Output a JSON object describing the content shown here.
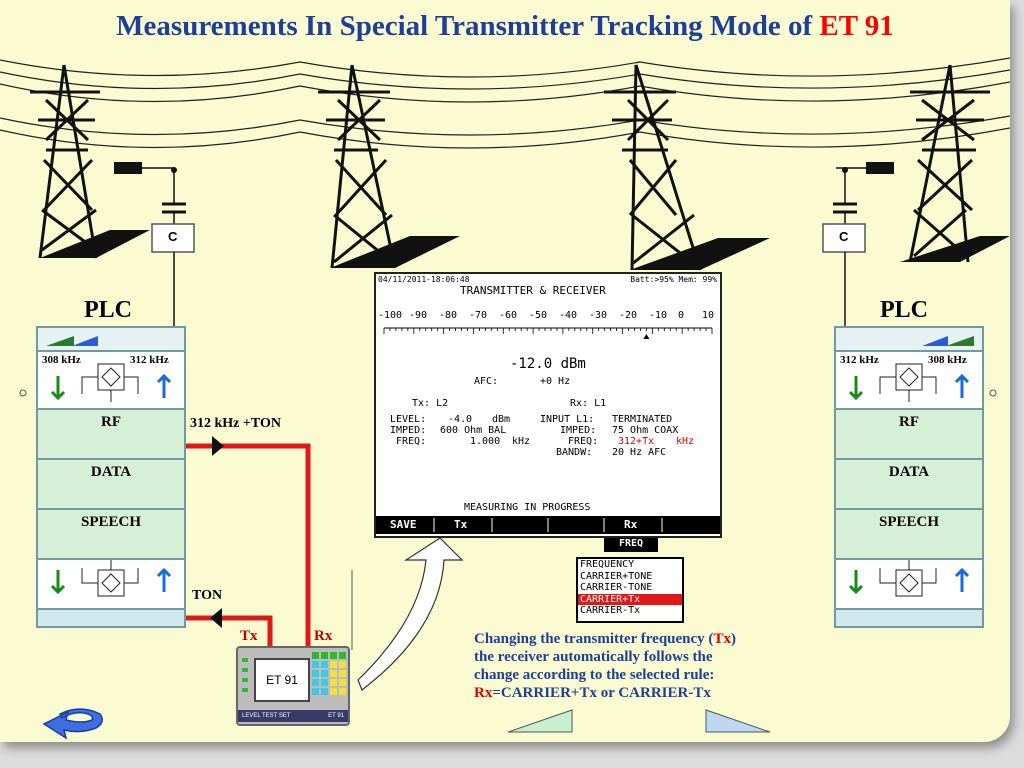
{
  "title": {
    "main": "Measurements In Special Transmitter Tracking Mode of",
    "accent": "ET 91"
  },
  "coupling_capacitor_label": "C",
  "plc_left": {
    "label": "PLC",
    "freq_a": "308 kHz",
    "freq_b": "312 kHz",
    "modules": [
      "RF",
      "DATA",
      "SPEECH"
    ]
  },
  "plc_right": {
    "label": "PLC",
    "freq_a": "312 kHz",
    "freq_b": "308 kHz",
    "modules": [
      "RF",
      "DATA",
      "SPEECH"
    ]
  },
  "signals": {
    "upper": "312 kHz +TON",
    "lower": "TON",
    "tx": "Tx",
    "rx": "Rx"
  },
  "device": {
    "screen_label": "ET 91",
    "footer_left": "LEVEL TEST SET",
    "footer_right": "ET 91"
  },
  "screen": {
    "datetime": "04/11/2011-18:06:48",
    "status": "Batt:>95% Mem: 99%",
    "heading": "TRANSMITTER & RECEIVER",
    "scale": [
      "-100",
      "-90",
      "-80",
      "-70",
      "-60",
      "-50",
      "-40",
      "-30",
      "-20",
      "-10",
      "0",
      "10"
    ],
    "reading": "-12.0 dBm",
    "reading_value_dbm": -12.0,
    "afc_label": "AFC:",
    "afc_value": "+0 Hz",
    "tx_header": "Tx: L2",
    "rx_header": "Rx: L1",
    "tx_rows": [
      {
        "label": "LEVEL:",
        "value": "-4.0",
        "unit": "dBm"
      },
      {
        "label": "IMPED:",
        "value": "600 Ohm BAL",
        "unit": ""
      },
      {
        "label": "FREQ:",
        "value": "1.000",
        "unit": "kHz"
      }
    ],
    "rx_rows": [
      {
        "label": "INPUT L1:",
        "value": "TERMINATED",
        "unit": ""
      },
      {
        "label": "IMPED:",
        "value": "75 Ohm COAX",
        "unit": ""
      },
      {
        "label": "FREQ:",
        "value": "312+Tx",
        "unit": "kHz"
      },
      {
        "label": "BANDW:",
        "value": "20 Hz AFC",
        "unit": ""
      }
    ],
    "progress": "MEASURING IN PROGRESS",
    "softkeys": [
      "SAVE",
      "Tx",
      "",
      "",
      "Rx",
      ""
    ]
  },
  "freq_menu": {
    "button": "FREQ",
    "options": [
      "FREQUENCY",
      "CARRIER+TONE",
      "CARRIER-TONE",
      "CARRIER+Tx",
      "CARRIER-Tx"
    ],
    "selected_index": 3
  },
  "caption": {
    "line1a": "Changing the transmitter frequency (",
    "line1b": "Tx",
    "line1c": ")",
    "line2": "the receiver automatically follows the",
    "line3": "change according to the selected rule:",
    "line4a": "Rx",
    "line4b": "=CARRIER+Tx or CARRIER-Tx"
  },
  "colors": {
    "title": "#1d3f9a",
    "accent": "#ff0000",
    "signal": "#e01818",
    "background": "#fbfbd2"
  }
}
